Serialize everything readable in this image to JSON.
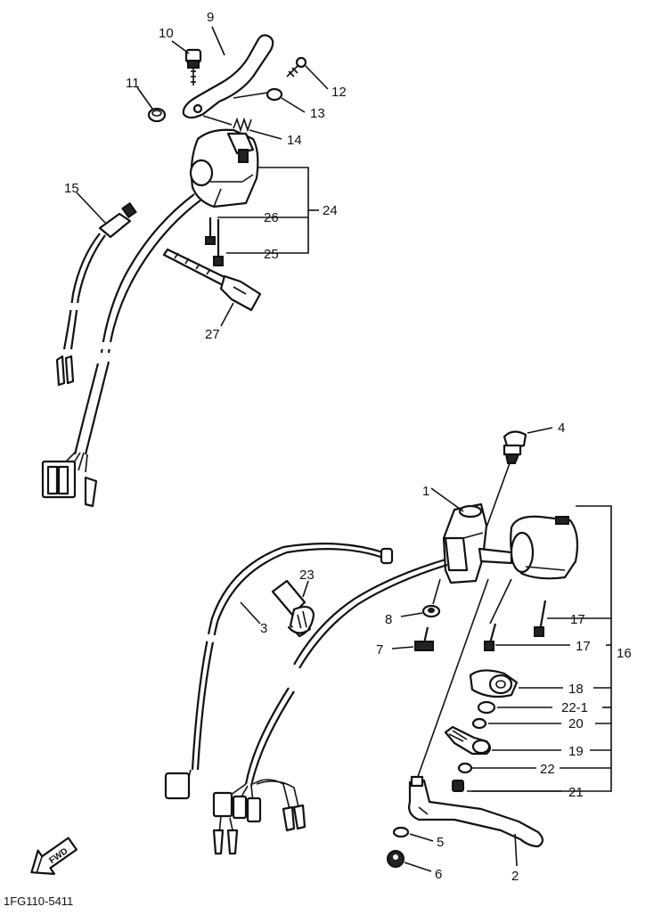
{
  "callouts": {
    "n1": "1",
    "n2": "2",
    "n3": "3",
    "n4": "4",
    "n5": "5",
    "n6": "6",
    "n7": "7",
    "n8": "8",
    "n9": "9",
    "n10": "10",
    "n11": "11",
    "n12": "12",
    "n13": "13",
    "n14": "14",
    "n15": "15",
    "n16": "16",
    "n17a": "17",
    "n17b": "17",
    "n18": "18",
    "n19": "19",
    "n20": "20",
    "n21": "21",
    "n22": "22",
    "n22_1": "22-1",
    "n23": "23",
    "n24": "24",
    "n25": "25",
    "n26": "26",
    "n27": "27"
  },
  "fwd_badge": "FWD",
  "diagram_code": "1FG110-5411"
}
